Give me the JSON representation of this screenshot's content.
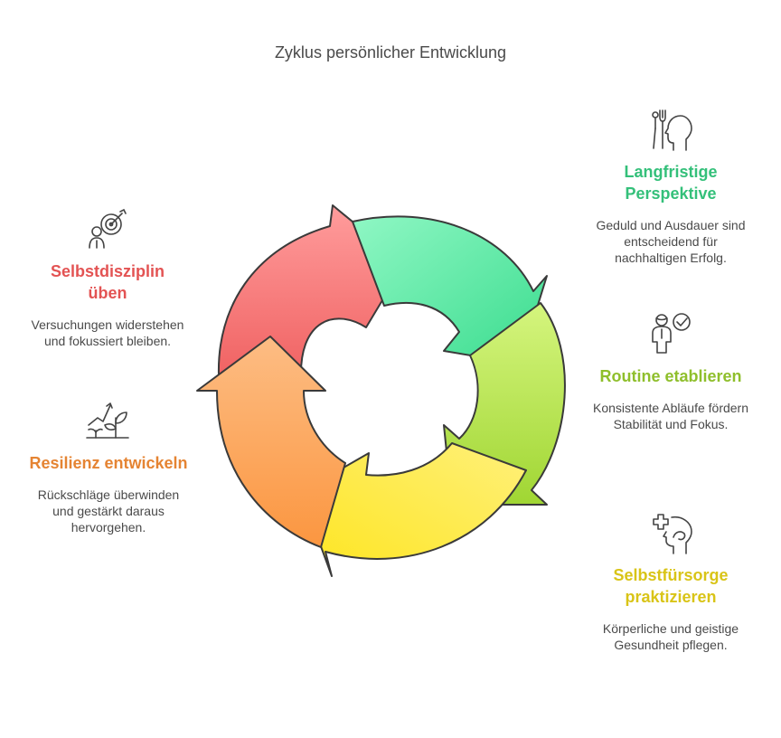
{
  "title": "Zyklus persönlicher Entwicklung",
  "items": {
    "selbstdisziplin": {
      "heading": "Selbstdisziplin üben",
      "description": "Versuchungen widerstehen und fokussiert bleiben.",
      "color": "#e35353",
      "icon": "target-person-icon"
    },
    "resilienz": {
      "heading": "Resilienz entwickeln",
      "description": "Rückschläge überwinden und gestärkt daraus hervorgehen.",
      "color": "#e58433",
      "icon": "growing-plant-icon"
    },
    "langfristig": {
      "heading": "Langfristige Perspektive",
      "description": "Geduld und Ausdauer sind entscheidend für nachhaltigen Erfolg.",
      "color": "#34c07a",
      "icon": "head-tools-icon"
    },
    "routine": {
      "heading": "Routine etablieren",
      "description": "Konsistente Abläufe fördern Stabilität und Fokus.",
      "color": "#8fbf2c",
      "icon": "person-check-icon"
    },
    "selbstfuersorge": {
      "heading": "Selbstfürsorge praktizieren",
      "description": "Körperliche und geistige Gesundheit pflegen.",
      "color": "#d9c417",
      "icon": "head-plus-icon"
    }
  },
  "colors": {
    "red": "#f26b6b",
    "green": "#3fdc93",
    "lime": "#a6dc3c",
    "yellow": "#fce52a",
    "orange": "#fb9845"
  }
}
